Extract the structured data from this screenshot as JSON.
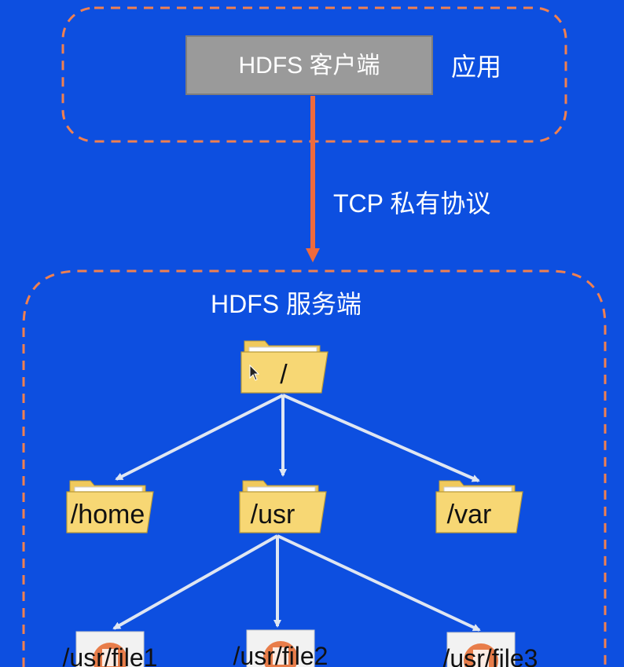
{
  "client": {
    "box_label": "HDFS 客户端",
    "side_label": "应用"
  },
  "link": {
    "label": "TCP 私有协议"
  },
  "server": {
    "title": "HDFS 服务端",
    "root": {
      "label": "/"
    },
    "folders": [
      {
        "id": "home",
        "label": "/home"
      },
      {
        "id": "usr",
        "label": "/usr"
      },
      {
        "id": "var",
        "label": "/var"
      }
    ],
    "files": [
      {
        "id": "file1",
        "label": "/usr/file1"
      },
      {
        "id": "file2",
        "label": "/usr/file2"
      },
      {
        "id": "file3",
        "label": "/usr/file3"
      }
    ]
  },
  "colors": {
    "background": "#0d4fe0",
    "dashed_border": "#f08050",
    "client_box": "#9a9a9a",
    "tcp_arrow": "#ee6a3c",
    "tree_arrow": "#dfe6f2",
    "folder": "#f7d774",
    "file_circle": "#e87d4a"
  }
}
